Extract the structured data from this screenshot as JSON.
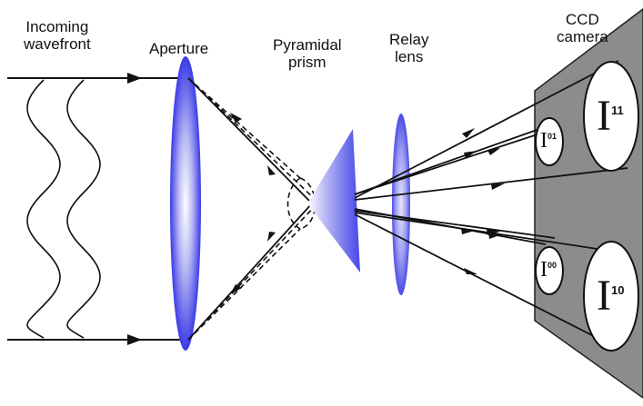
{
  "labels": {
    "incoming_wavefront": [
      "Incoming",
      "wavefront"
    ],
    "aperture": "Aperture",
    "pyramidal_prism": [
      "Pyramidal",
      "prism"
    ],
    "relay_lens": [
      "Relay",
      "lens"
    ],
    "ccd_camera": [
      "CCD",
      "camera"
    ]
  },
  "detector_images": [
    {
      "base": "I",
      "superscript": "01"
    },
    {
      "base": "I",
      "superscript": "11"
    },
    {
      "base": "I",
      "superscript": "00"
    },
    {
      "base": "I",
      "superscript": "10"
    }
  ],
  "colors": {
    "lens_blue": "#3a3ae6",
    "prism_blue": "#4646e8",
    "camera_gray": "#8c8c8c",
    "line": "#111111"
  }
}
